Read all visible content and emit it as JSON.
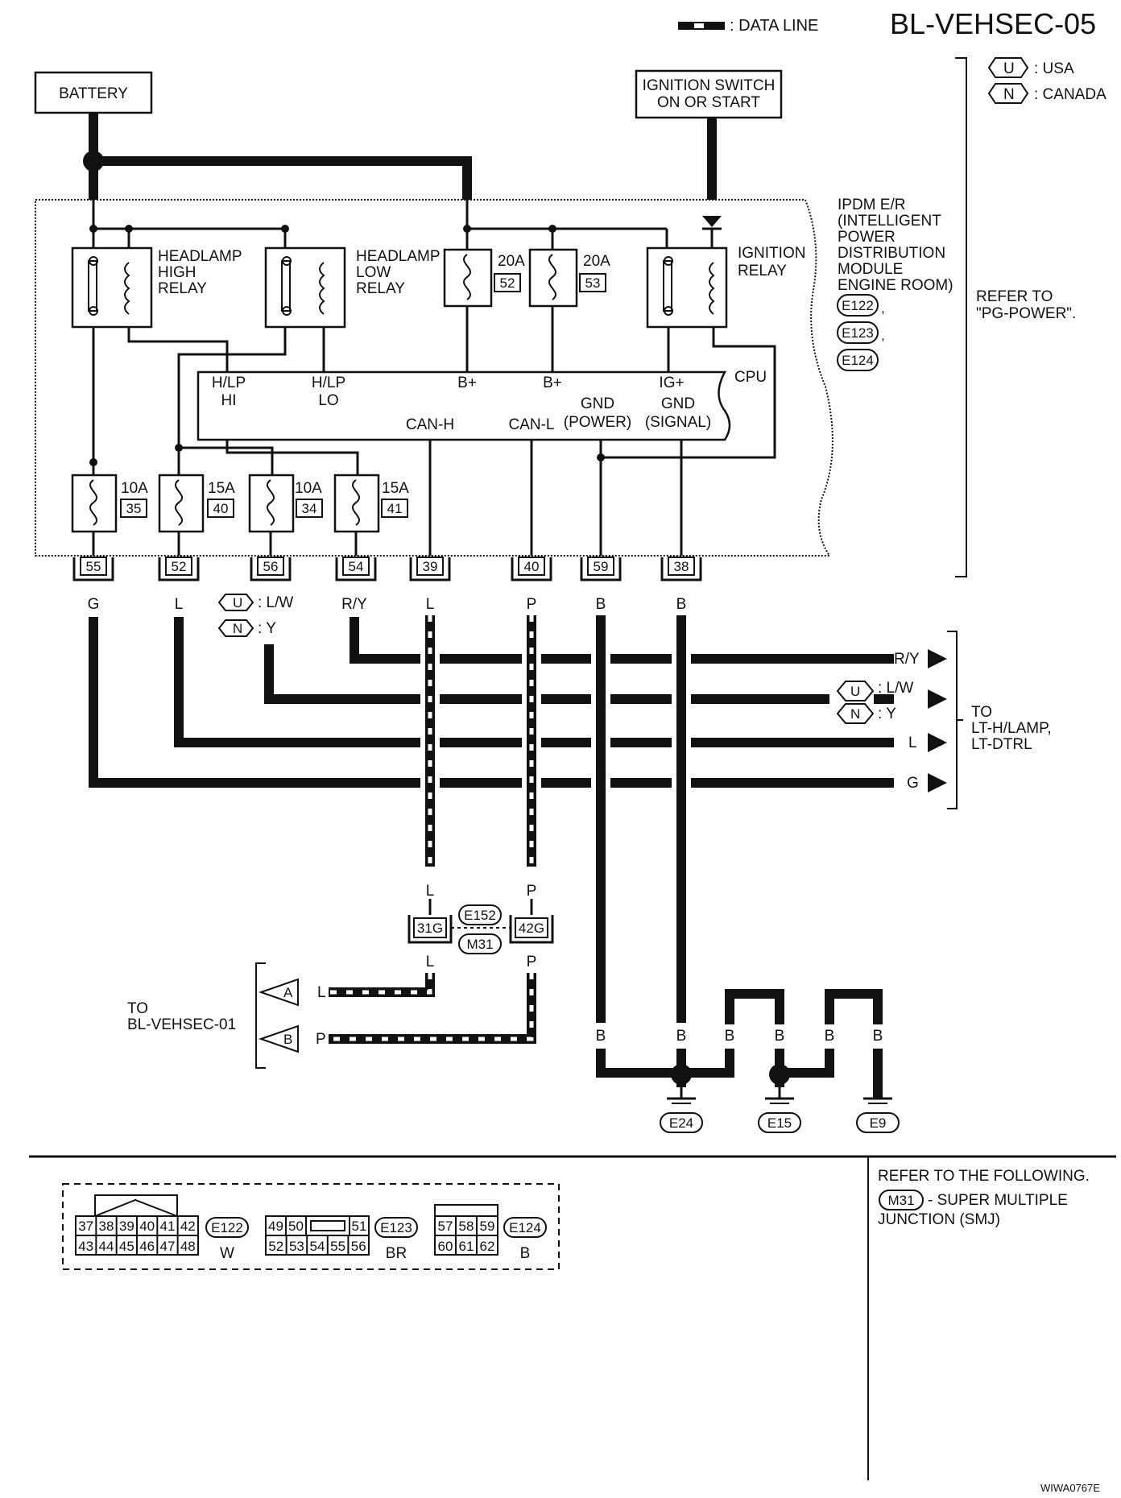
{
  "header": {
    "title": "BL-VEHSEC-05",
    "data_line_legend": ": DATA LINE"
  },
  "region_legend": [
    {
      "code": "U",
      "label": ": USA"
    },
    {
      "code": "N",
      "label": ": CANADA"
    }
  ],
  "power": {
    "battery": "BATTERY",
    "ignition_line1": "IGNITION SWITCH",
    "ignition_line2": "ON OR START"
  },
  "ipdm": {
    "lines": [
      "IPDM E/R",
      "(INTELLIGENT",
      "POWER",
      "DISTRIBUTION",
      "MODULE",
      "ENGINE ROOM)"
    ],
    "connectors": [
      "E122",
      "E123",
      "E124"
    ],
    "refer_line1": "REFER TO",
    "refer_line2": "\"PG-POWER\"."
  },
  "relays": [
    {
      "line1": "HEADLAMP",
      "line2": "HIGH",
      "line3": "RELAY"
    },
    {
      "line1": "HEADLAMP",
      "line2": "LOW",
      "line3": "RELAY"
    },
    {
      "line1": "IGNITION",
      "line2": "RELAY",
      "line3": ""
    }
  ],
  "top_fuses": [
    {
      "amps": "20A",
      "number": "52"
    },
    {
      "amps": "20A",
      "number": "53"
    }
  ],
  "bottom_fuses": [
    {
      "amps": "10A",
      "number": "35"
    },
    {
      "amps": "15A",
      "number": "40"
    },
    {
      "amps": "10A",
      "number": "34"
    },
    {
      "amps": "15A",
      "number": "41"
    }
  ],
  "cpu": {
    "label": "CPU",
    "hlp_hi_1": "H/LP",
    "hlp_hi_2": "HI",
    "hlp_lo_1": "H/LP",
    "hlp_lo_2": "LO",
    "bplus_1": "B+",
    "bplus_2": "B+",
    "ig_plus": "IG+",
    "can_h": "CAN-H",
    "can_l": "CAN-L",
    "gnd_power_1": "GND",
    "gnd_power_2": "(POWER)",
    "gnd_signal_1": "GND",
    "gnd_signal_2": "(SIGNAL)"
  },
  "terminals": [
    {
      "pin": "55",
      "color": "G"
    },
    {
      "pin": "52",
      "color": "L"
    },
    {
      "pin": "56",
      "color": ""
    },
    {
      "pin": "54",
      "color": "R/Y"
    },
    {
      "pin": "39",
      "color": "L"
    },
    {
      "pin": "40",
      "color": "P"
    },
    {
      "pin": "59",
      "color": "B"
    },
    {
      "pin": "38",
      "color": "B"
    }
  ],
  "pin56_colors": [
    {
      "code": "U",
      "label": ": L/W"
    },
    {
      "code": "N",
      "label": ": Y"
    }
  ],
  "outputs": {
    "ry": "R/Y",
    "lw_u": ": L/W",
    "lw_n": ":  Y",
    "l": "L",
    "g": "G",
    "dest_1": "TO",
    "dest_2": "LT-H/LAMP,",
    "dest_3": "LT-DTRL"
  },
  "joint": {
    "left_pin": "31G",
    "right_pin": "42G",
    "connector_top": "E152",
    "connector_bottom": "M31",
    "wire_l": "L",
    "wire_p": "P"
  },
  "bl_vehsec01": {
    "line1": "TO",
    "line2": "BL-VEHSEC-01",
    "a": "A",
    "b": "B",
    "a_wire": "L",
    "b_wire": "P"
  },
  "grounds": {
    "wire_color": "B",
    "e24": "E24",
    "e15": "E15",
    "e9": "E9"
  },
  "connector_views": {
    "e122_top": [
      "37",
      "38",
      "39",
      "40",
      "41",
      "42"
    ],
    "e122_bottom": [
      "43",
      "44",
      "45",
      "46",
      "47",
      "48"
    ],
    "e122_name": "E122",
    "e122_color": "W",
    "e123_top": [
      "49",
      "50",
      "",
      "51"
    ],
    "e123_bottom": [
      "52",
      "53",
      "54",
      "55",
      "56"
    ],
    "e123_name": "E123",
    "e123_color": "BR",
    "e124_top": [
      "57",
      "58",
      "59"
    ],
    "e124_bottom": [
      "60",
      "61",
      "62"
    ],
    "e124_name": "E124",
    "e124_color": "B"
  },
  "refer_following": {
    "line1": "REFER TO THE FOLLOWING.",
    "smj_code": "M31",
    "smj_label": "- SUPER MULTIPLE",
    "smj_label2": "JUNCTION (SMJ)"
  },
  "footer_code": "WIWA0767E"
}
